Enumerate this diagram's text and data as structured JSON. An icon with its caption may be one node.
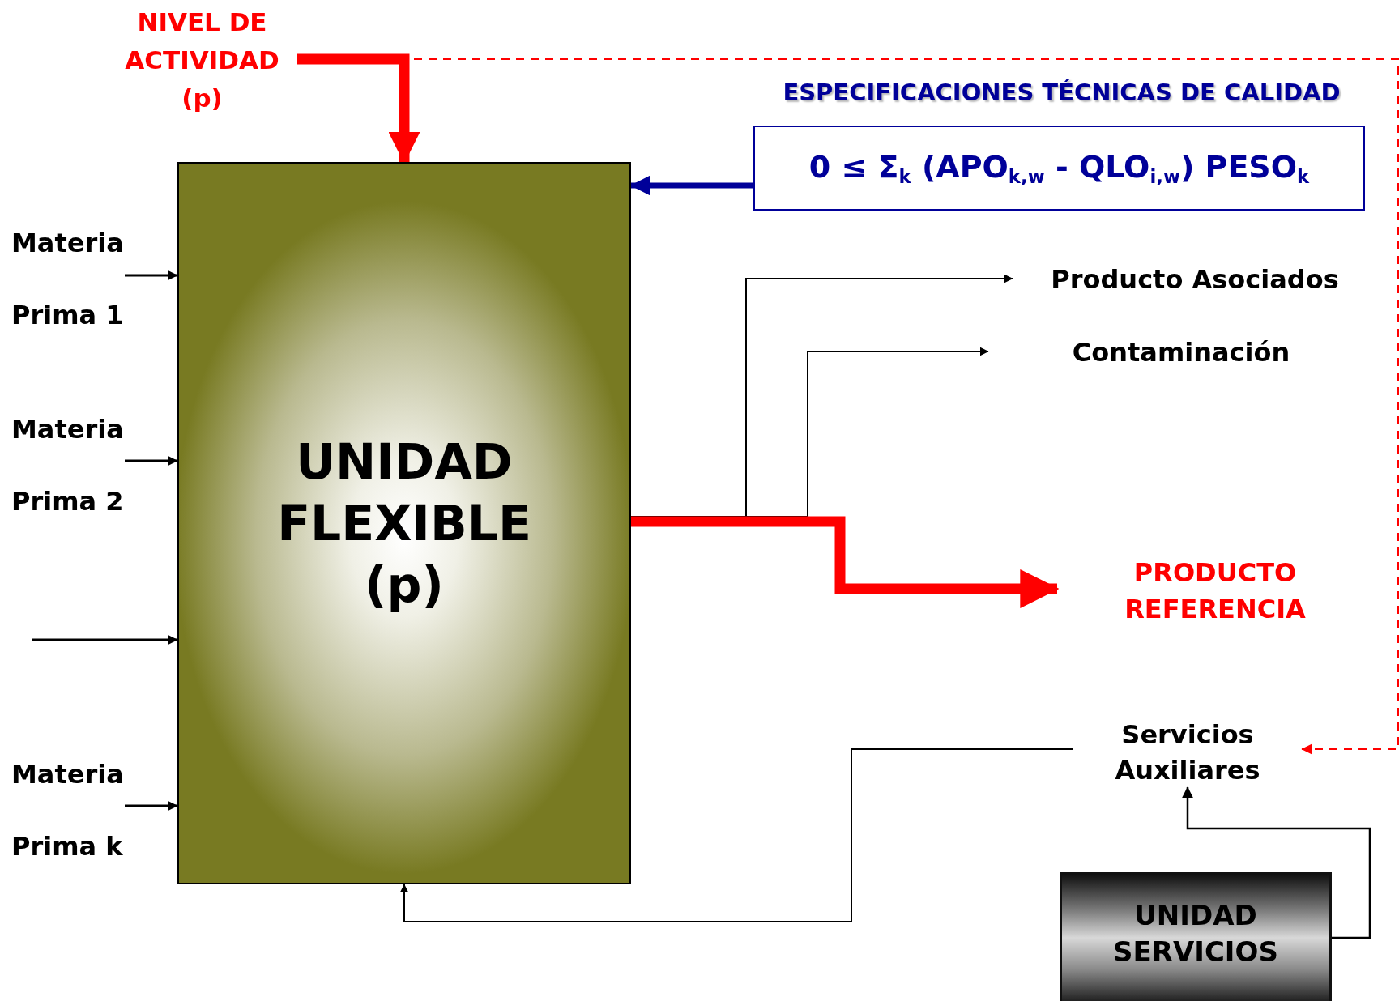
{
  "diagram": {
    "nodes": [
      {
        "text": [
          "NIVEL DE ACTIVIDAD (p)"
        ]
      },
      {
        "text": [
          "UNIDAD FLEXIBLE (p)"
        ]
      },
      {
        "text": [
          "ESPECIFICACIONES TÉCNICAS DE CALIDAD",
          "0 ≤ Σ$_{k}$ (APO$_{k,w}$ - QLO$_{i,w}$) PESO$_{k}$"
        ]
      },
      {
        "text": [
          "Producto Asociados"
        ]
      },
      {
        "text": [
          "Contaminación"
        ]
      },
      {
        "text": [
          "PRODUCTO REFERENCIA"
        ]
      },
      {
        "text": [
          "Servicios Auxiliares"
        ]
      },
      {
        "text": [
          "UNIDAD SERVICIOS"
        ]
      },
      {
        "text": [
          "Materia Prima 1"
        ]
      },
      {
        "text": [
          "Materia Prima 2"
        ]
      },
      {
        "text": [
          "Materia Prima k"
        ]
      }
    ],
    "edges": [
      {
        "from": 0,
        "to": 1,
        "arrow": "to",
        "style": "thick",
        "color": "#ff0000"
      },
      {
        "from": 2,
        "to": 1,
        "arrow": "to",
        "style": "thick",
        "color": "#000099"
      },
      {
        "from": 8,
        "to": 1,
        "arrow": "to"
      },
      {
        "from": 9,
        "to": 1,
        "arrow": "to"
      },
      {
        "from": null,
        "to": 1,
        "arrow": "to"
      },
      {
        "from": 10,
        "to": 1,
        "arrow": "to"
      },
      {
        "from": 1,
        "to": 3,
        "arrow": "to"
      },
      {
        "from": 1,
        "to": 4,
        "arrow": "to"
      },
      {
        "from": 1,
        "to": 5,
        "arrow": "to",
        "style": "thick",
        "color": "#ff0000"
      },
      {
        "from": 6,
        "to": 1,
        "arrow": "to"
      },
      {
        "from": 7,
        "to": 6,
        "arrow": "to"
      },
      {
        "from": 0,
        "to": 6,
        "arrow": "to",
        "style": "dashed",
        "color": "#ff0000"
      }
    ]
  }
}
